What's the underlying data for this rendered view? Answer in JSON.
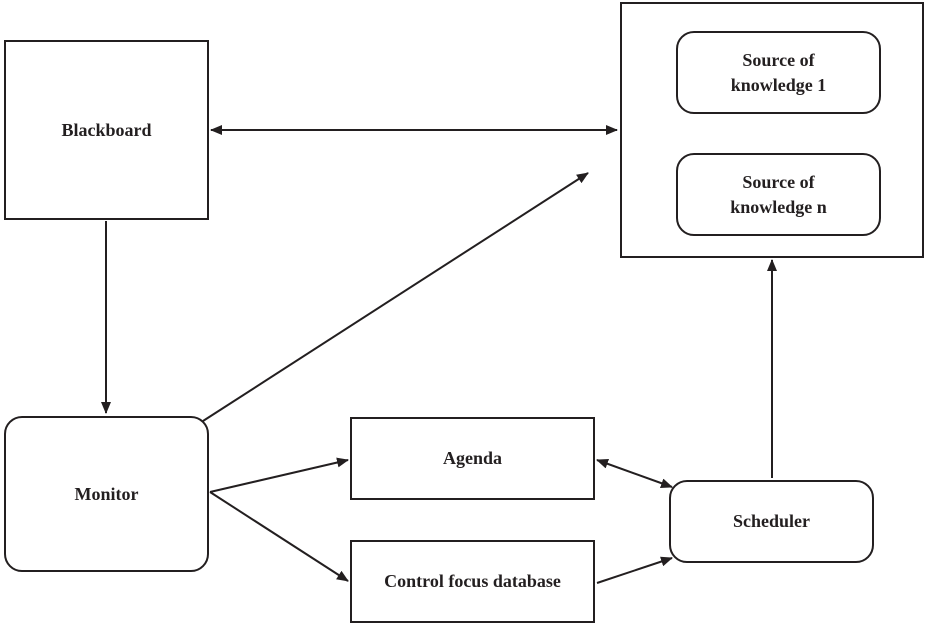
{
  "nodes": {
    "blackboard": {
      "label": "Blackboard"
    },
    "knowledge_source_1": {
      "label": "Source of knowledge 1"
    },
    "knowledge_source_n": {
      "label": "Source of knowledge n"
    },
    "monitor": {
      "label": "Monitor"
    },
    "agenda": {
      "label": "Agenda"
    },
    "control_focus_database": {
      "label": "Control focus database"
    },
    "scheduler": {
      "label": "Scheduler"
    }
  },
  "edges": [
    {
      "from": "blackboard",
      "to": "knowledge_sources",
      "direction": "both"
    },
    {
      "from": "blackboard",
      "to": "monitor",
      "direction": "forward"
    },
    {
      "from": "monitor",
      "to": "knowledge_sources",
      "direction": "forward"
    },
    {
      "from": "monitor",
      "to": "agenda",
      "direction": "forward"
    },
    {
      "from": "monitor",
      "to": "control_focus_database",
      "direction": "forward"
    },
    {
      "from": "agenda",
      "to": "scheduler",
      "direction": "both"
    },
    {
      "from": "control_focus_database",
      "to": "scheduler",
      "direction": "forward"
    },
    {
      "from": "scheduler",
      "to": "knowledge_sources",
      "direction": "forward"
    }
  ],
  "colors": {
    "stroke": "#231f20",
    "background": "#ffffff"
  }
}
